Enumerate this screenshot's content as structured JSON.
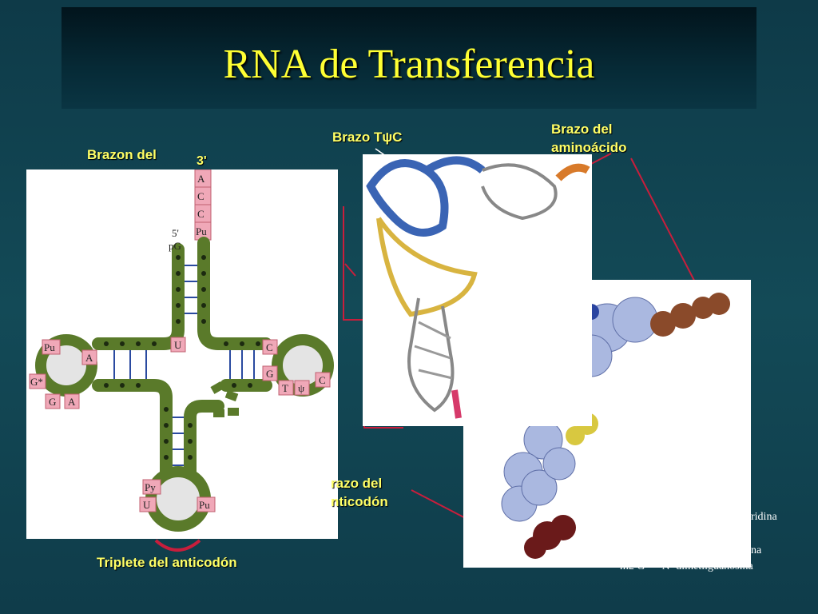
{
  "slide": {
    "title": "RNA de Transferencia",
    "labels": {
      "brazon_aminoacido": "Brazon del",
      "three_prime": "3'",
      "brazo_tpsic": "Brazo TψC",
      "brazo_aminoacido_line1": "Brazo del",
      "brazo_aminoacido_line2": "aminoácido",
      "brazo_anticodon_line1": "razo del",
      "brazo_anticodon_line2": "nticodón",
      "triplete": "Triplete del anticodón"
    },
    "footnotes": [
      "ridina",
      "na",
      "m2 G — N² dimetilguanosina"
    ]
  },
  "cloverleaf": {
    "bases": {
      "acceptor": [
        "A",
        "C",
        "C",
        "Pu"
      ],
      "five_prime": "5'",
      "pG": "pG",
      "U": "U",
      "left_pu": "Pu",
      "left_A": "A",
      "left_Gstar": "G*",
      "left_G": "G",
      "left_A2": "A",
      "right_C": "C",
      "right_G": "G",
      "right_T": "T",
      "right_psi": "ψ",
      "right_C2": "C",
      "anti_Py": "Py",
      "anti_U": "U",
      "anti_Pu": "Pu"
    }
  },
  "colors": {
    "stem_green": "#5a7a2a",
    "base_pink": "#f0a8b8",
    "title_yellow": "#ffff33",
    "label_yellow": "#ffff66",
    "pointer_red": "#c81e3c",
    "tpsic_blue": "#3a64b4",
    "d_arm_yellow": "#d8b440",
    "amino_orange": "#d87a2a"
  }
}
